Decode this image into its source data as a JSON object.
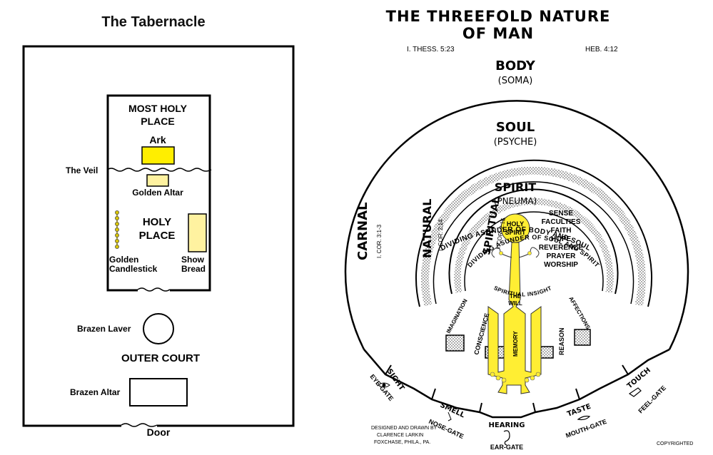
{
  "tabernacle": {
    "title": "The Tabernacle",
    "most_holy_place": [
      "MOST HOLY",
      "PLACE"
    ],
    "ark": "Ark",
    "veil": "The Veil",
    "golden_altar": "Golden Altar",
    "holy_place": [
      "HOLY",
      "PLACE"
    ],
    "golden_candlestick": [
      "Golden",
      "Candlestick"
    ],
    "show_bread": [
      "Show",
      "Bread"
    ],
    "brazen_laver": "Brazen Laver",
    "outer_court": "OUTER COURT",
    "brazen_altar": "Brazen Altar",
    "door": "Door",
    "colors": {
      "ark": "#ffee00",
      "altar": "#fff2a0",
      "bread": "#fff2a0",
      "candlestick": "#d8c400"
    }
  },
  "threefold": {
    "title_line1": "THE THREEFOLD NATURE",
    "title_line2": "OF MAN",
    "ref_left": "I. THESS. 5:23",
    "ref_right": "HEB. 4:12",
    "body": "BODY",
    "body_greek": "(SOMA)",
    "soul": "SOUL",
    "soul_greek": "(PSYCHE)",
    "spirit": "SPIRIT",
    "spirit_greek": "(PNEUMA)",
    "carnal": "CARNAL",
    "carnal_ref": "I. COR. 3:1-3",
    "natural": "NATURAL",
    "natural_ref": "I. COR. 2:14",
    "spiritual": "SPIRITUAL",
    "spiritual_ref": "I. COR. 2:15",
    "holy_spirit": [
      "HOLY",
      "SPIRIT"
    ],
    "spirit_faculties": [
      "SENSE",
      "FACULTIES",
      "FAITH",
      "HOPE",
      "REVERENCE",
      "PRAYER",
      "WORSHIP"
    ],
    "spiritual_insight": "SPIRITUAL INSIGHT",
    "dividing_soul_spirit": "DIVIDING ASUNDER OF SOUL AND SPIRIT",
    "dividing_body_soul": "DIVIDING ASUNDER OF BODY AND SOUL",
    "the_will": [
      "THE",
      "WILL"
    ],
    "imagination": "IMAGINATION",
    "conscience": "CONSCIENCE",
    "memory": "MEMORY",
    "reason": "REASON",
    "affections": "AFFECTIONS",
    "sight": "SIGHT",
    "eye_gate": "EYE-GATE",
    "smell": "SMELL",
    "nose_gate": "NOSE-GATE",
    "hearing": "HEARING",
    "ear_gate": "EAR-GATE",
    "taste": "TASTE",
    "mouth_gate": "MOUTH-GATE",
    "touch": "TOUCH",
    "feel_gate": "FEEL-GATE",
    "credit": [
      "DESIGNED AND DRAWN BY",
      "CLARENCE LARKIN",
      "FOXCHASE, PHILA., PA."
    ],
    "copyright": "COPYRIGHTED",
    "colors": {
      "spirit_yellow": "#ffee33",
      "ink": "#111111"
    }
  }
}
